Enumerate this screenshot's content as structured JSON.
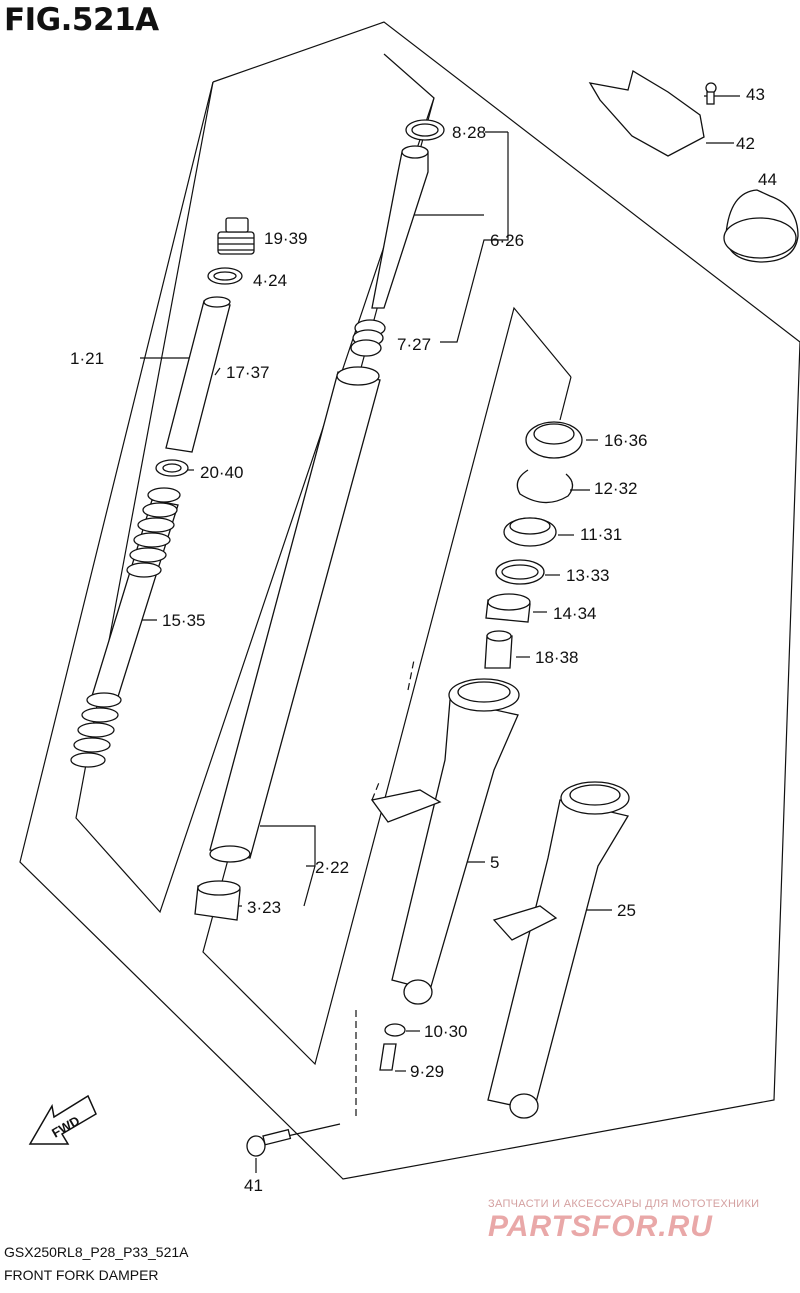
{
  "figure": {
    "title": "FIG.521A"
  },
  "callouts": {
    "c43": "43",
    "c42": "42",
    "c44": "44",
    "c828": "8·28",
    "c626": "6·26",
    "c727": "7·27",
    "c1939": "19·39",
    "c424": "4·24",
    "c121": "1·21",
    "c1737": "17·37",
    "c2040": "20·40",
    "c1535": "15·35",
    "c222": "2·22",
    "c323": "3·23",
    "c1636": "16·36",
    "c1232": "12·32",
    "c1131": "11·31",
    "c1333": "13·33",
    "c1434": "14·34",
    "c1838": "18·38",
    "c5": "5",
    "c25": "25",
    "c1030": "10·30",
    "c929": "9·29",
    "c41": "41"
  },
  "fwd": "FWD",
  "footer": {
    "code": "GSX250RL8_P28_P33_521A",
    "name": "FRONT FORK DAMPER"
  },
  "watermark": {
    "tagline": "ЗАПЧАСТИ И АКСЕССУАРЫ ДЛЯ МОТОТЕХНИКИ",
    "brand": "PARTSFOR.RU"
  }
}
